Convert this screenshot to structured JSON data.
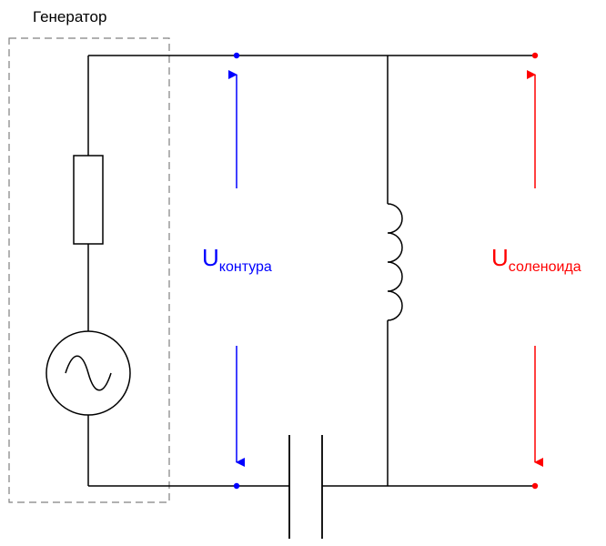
{
  "generator": {
    "label": "Генератор"
  },
  "labels": {
    "u_circuit": {
      "main": "U",
      "sub": "контура"
    },
    "u_solenoid": {
      "main": "U",
      "sub": "соленоида"
    }
  },
  "icons": {
    "resistor": "resistor-icon",
    "ac_source": "ac-source-icon",
    "inductor": "inductor-icon",
    "capacitor": "capacitor-icon"
  },
  "colors": {
    "wire": "#000000",
    "generator_box": "#808080",
    "circuit_voltage": "#0000ff",
    "solenoid_voltage": "#ff0000"
  }
}
